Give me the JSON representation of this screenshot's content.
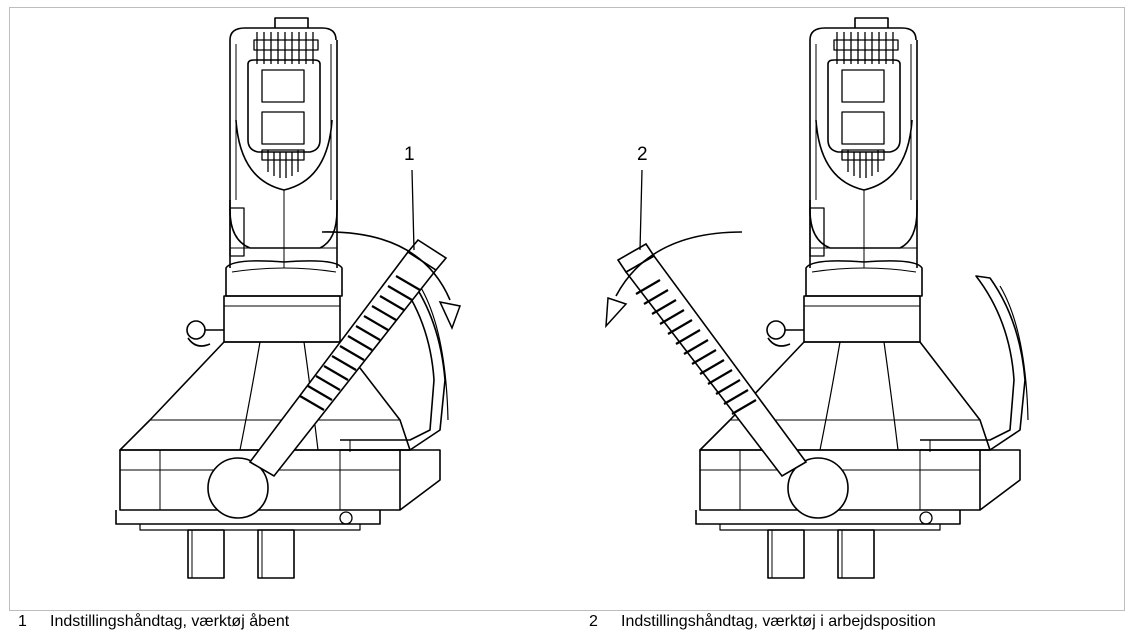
{
  "figure": {
    "callouts": [
      "1",
      "2"
    ],
    "legend": [
      {
        "num": "1",
        "text": "Indstillingshåndtag, værktøj åbent"
      },
      {
        "num": "2",
        "text": "Indstillingshåndtag, værktøj i arbejdsposition"
      }
    ]
  }
}
